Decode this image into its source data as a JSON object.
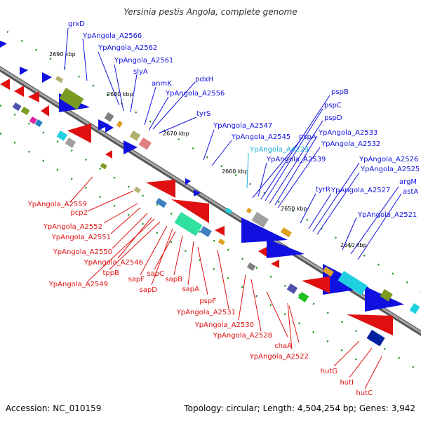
{
  "title": "Yersinia pestis Angola, complete genome",
  "footer": {
    "accession": "Accession: NC_010159",
    "topology": "Topology: circular; Length: 4,504,254 bp; Genes: 3,942"
  },
  "colors": {
    "forward": "#1010e0",
    "reverse": "#e01010",
    "highlight": "#20b0e0",
    "backbone": "#808080",
    "tick": "#209020"
  },
  "scale_labels": [
    {
      "text": "2690 kbp"
    },
    {
      "text": "2680 kbp"
    },
    {
      "text": "2670 kbp"
    },
    {
      "text": "2660 kbp"
    },
    {
      "text": "2650 kbp"
    },
    {
      "text": "2640 kbp"
    }
  ],
  "top_labels": [
    {
      "text": "grxD"
    },
    {
      "text": "YpAngola_A2566"
    },
    {
      "text": "YpAngola_A2562"
    },
    {
      "text": "YpAngola_A2561"
    },
    {
      "text": "slyA"
    },
    {
      "text": "anmK"
    },
    {
      "text": "pdxH"
    },
    {
      "text": "YpAngola_A2556"
    },
    {
      "text": "tyrS"
    },
    {
      "text": "YpAngola_A2547"
    },
    {
      "text": "YpAngola_A2545"
    },
    {
      "text": "YpAngola_A4229"
    },
    {
      "text": "YpAngola_A2539"
    },
    {
      "text": "pspB"
    },
    {
      "text": "pspC"
    },
    {
      "text": "pspD"
    },
    {
      "text": "pspA"
    },
    {
      "text": "YpAngola_A2533"
    },
    {
      "text": "YpAngola_A2532"
    },
    {
      "text": "tyrR"
    },
    {
      "text": "YpAngola_A2527"
    },
    {
      "text": "YpAngola_A2526"
    },
    {
      "text": "YpAngola_A2525"
    },
    {
      "text": "argM"
    },
    {
      "text": "astA"
    },
    {
      "text": "YpAngola_A2521"
    }
  ],
  "bottom_labels": [
    {
      "text": "YpAngola_A2559"
    },
    {
      "text": "pcp2"
    },
    {
      "text": "YpAngola_A2552"
    },
    {
      "text": "YpAngola_A2551"
    },
    {
      "text": "YpAngola_A2550"
    },
    {
      "text": "YpAngola_A2546"
    },
    {
      "text": "tppB"
    },
    {
      "text": "YpAngola_A2549"
    },
    {
      "text": "sapF"
    },
    {
      "text": "sapC"
    },
    {
      "text": "sapD"
    },
    {
      "text": "sapB"
    },
    {
      "text": "sapA"
    },
    {
      "text": "pspF"
    },
    {
      "text": "YpAngola_A2531"
    },
    {
      "text": "YpAngola_A2530"
    },
    {
      "text": "YpAngola_A2528"
    },
    {
      "text": "chaA"
    },
    {
      "text": "YpAngola_A2522"
    },
    {
      "text": "hutG"
    },
    {
      "text": "hutI"
    },
    {
      "text": "hutC"
    }
  ]
}
